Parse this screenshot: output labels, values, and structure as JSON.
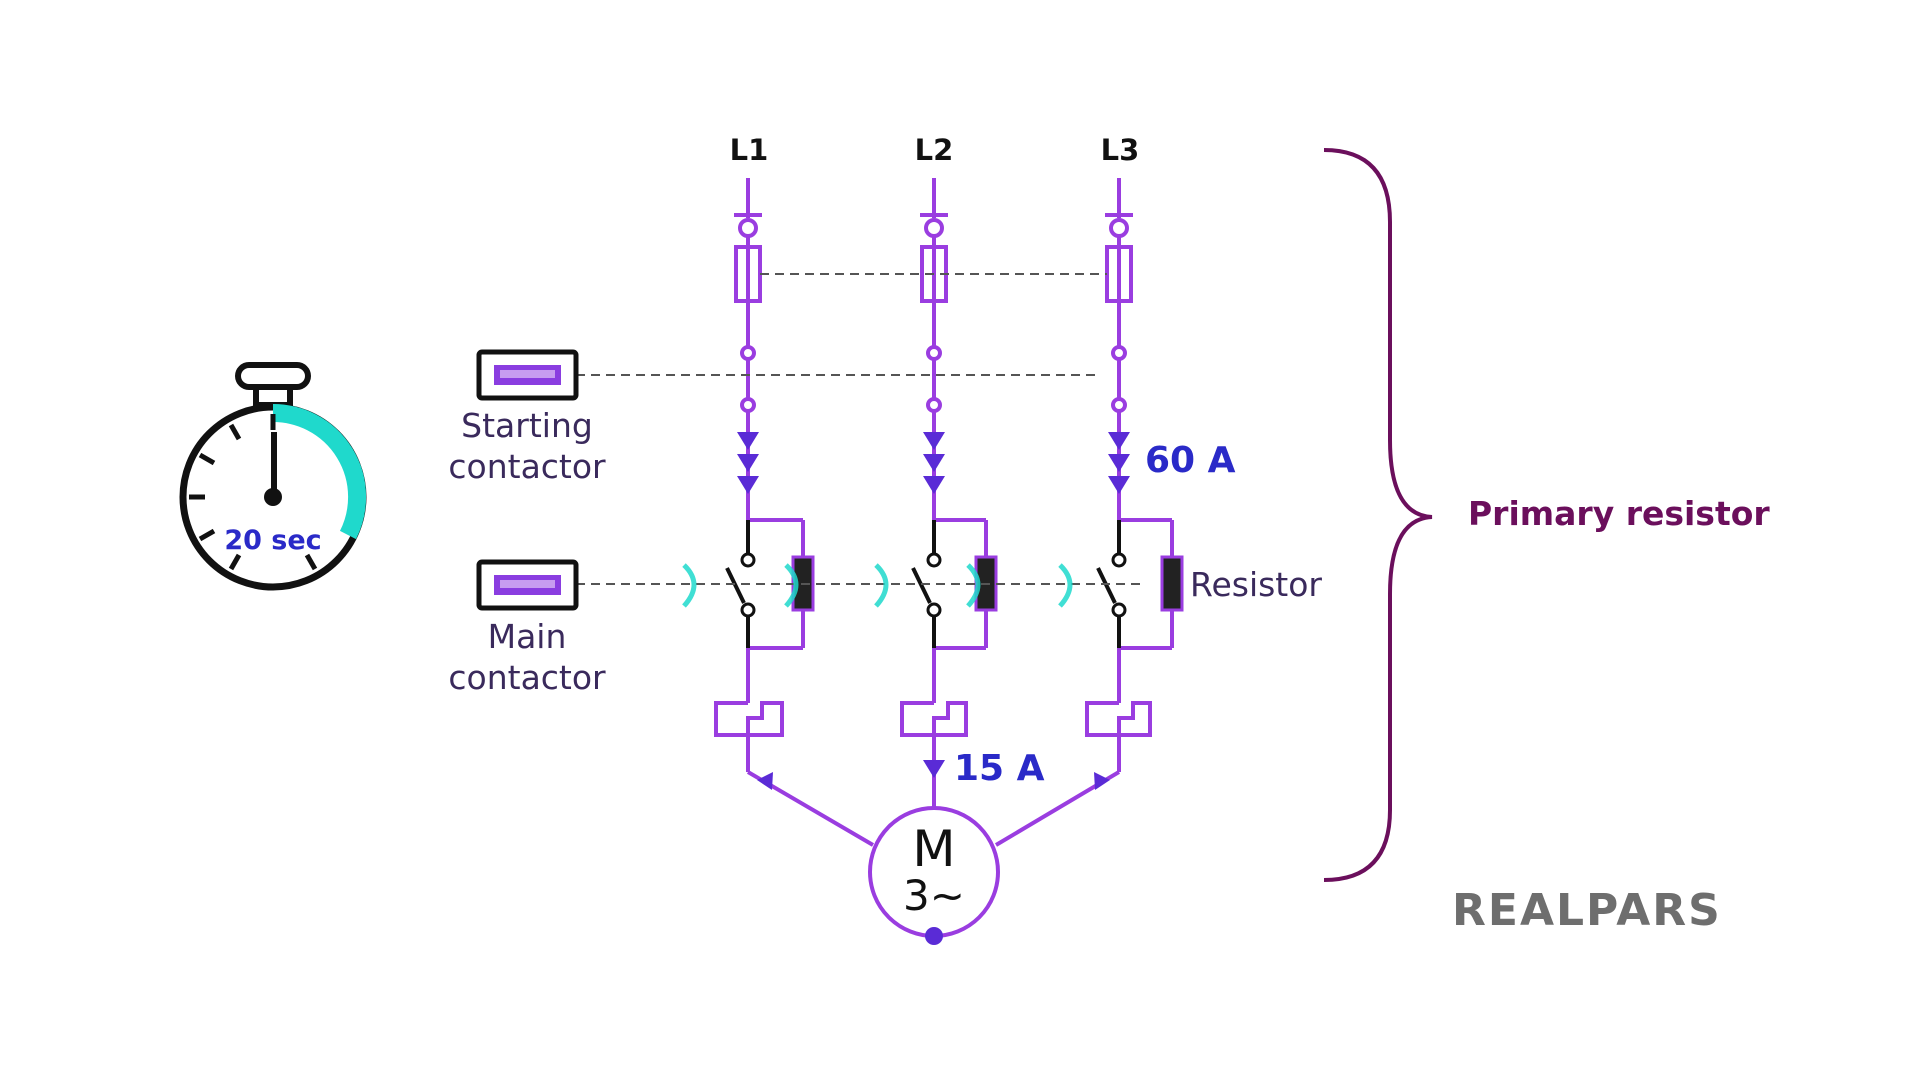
{
  "phases": [
    "L1",
    "L2",
    "L3"
  ],
  "starting_contactor": {
    "line1": "Starting",
    "line2": "contactor"
  },
  "main_contactor": {
    "line1": "Main",
    "line2": "contactor"
  },
  "current_high": "60 A",
  "current_low": "15 A",
  "resistor_label": "Resistor",
  "primary_label": "Primary resistor",
  "timer": {
    "label": "20 sec"
  },
  "motor": {
    "line1": "M",
    "line2": "3~"
  },
  "logo": "REALPARS",
  "colors": {
    "wire": "#9a3de0",
    "current_label": "#2a2ac8",
    "brace": "#6b0f5c",
    "timer_arc": "#1fd9cc"
  }
}
